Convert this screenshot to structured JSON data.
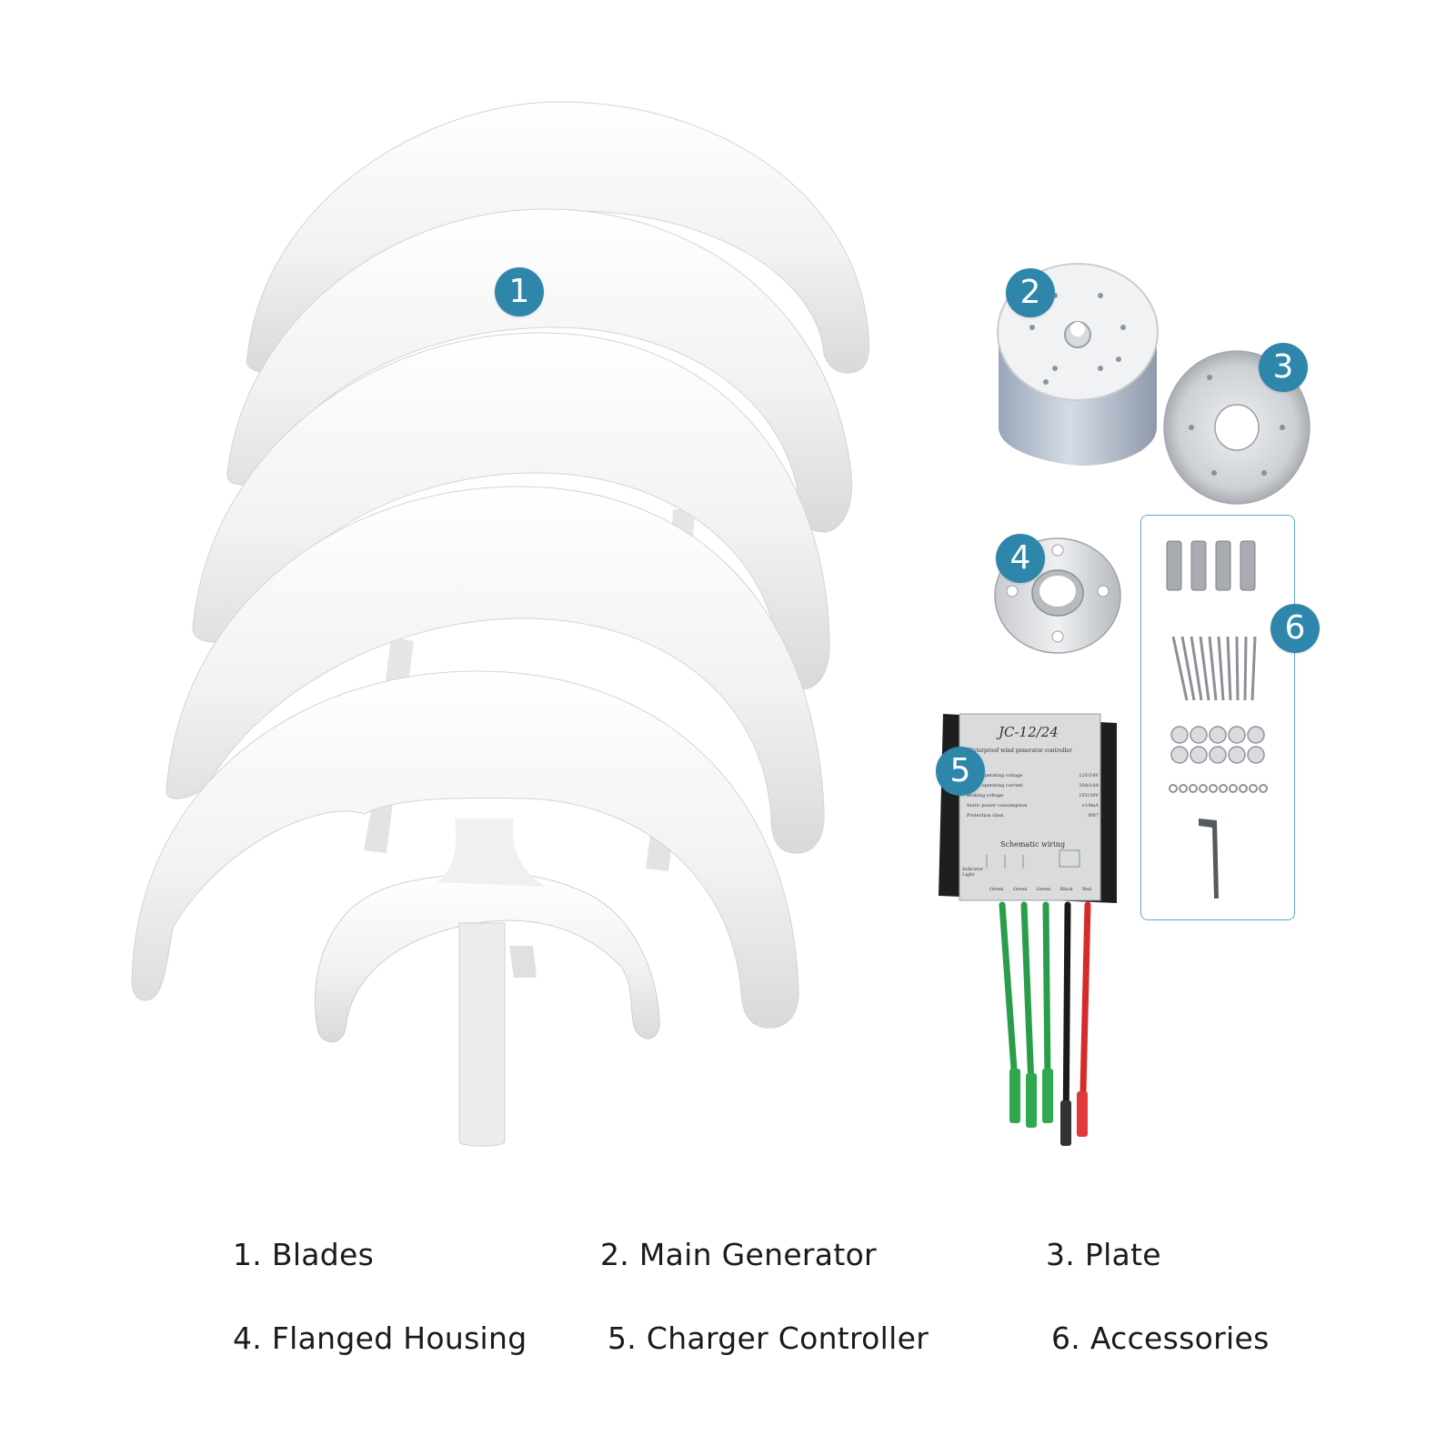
{
  "badges": {
    "b1": "1",
    "b2": "2",
    "b3": "3",
    "b4": "4",
    "b5": "5",
    "b6": "6"
  },
  "controller": {
    "model": "JC-12/24",
    "subtitle": "Waterproof wind generator controller",
    "specs": [
      {
        "label": "Rated operating voltage",
        "value": "12V/24V"
      },
      {
        "label": "Rated operating current",
        "value": "20A/10A"
      },
      {
        "label": "Braking voltage",
        "value": "15V/30V"
      },
      {
        "label": "Static power consumption",
        "value": "<10mA"
      },
      {
        "label": "Protection class",
        "value": "IP67"
      }
    ],
    "wiring_title": "Schematic wiring",
    "indicator_label": "Indicator Light",
    "wire_labels": [
      "Green",
      "Green",
      "Green",
      "Black",
      "Red"
    ]
  },
  "legend": {
    "item1": "1. Blades",
    "item2": "2. Main Generator",
    "item3": "3. Plate",
    "item4": "4. Flanged Housing",
    "item5": "5. Charger Controller",
    "item6": "6. Accessories"
  },
  "colors": {
    "badge": "#2e86ab",
    "accessory_border": "#5fa8cc",
    "wire_green": "#2a9d4a",
    "wire_black": "#1a1a1a",
    "wire_red": "#d62b2b"
  }
}
